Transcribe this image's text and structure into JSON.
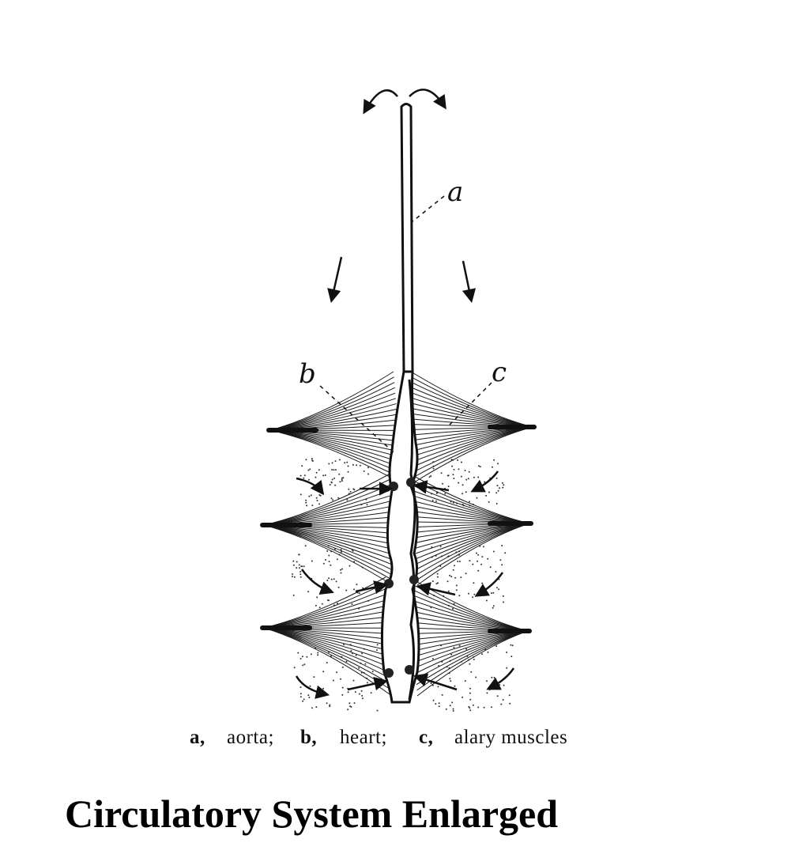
{
  "figure": {
    "labels": {
      "a": "a",
      "b": "b",
      "c": "c"
    },
    "caption": {
      "a_letter": "a,",
      "a_text": "aorta;",
      "b_letter": "b,",
      "b_text": "heart;",
      "c_letter": "c,",
      "c_text": "alary muscles"
    }
  },
  "title": "Circulatory System Enlarged",
  "colors": {
    "ink": "#111111",
    "background": "#ffffff"
  }
}
